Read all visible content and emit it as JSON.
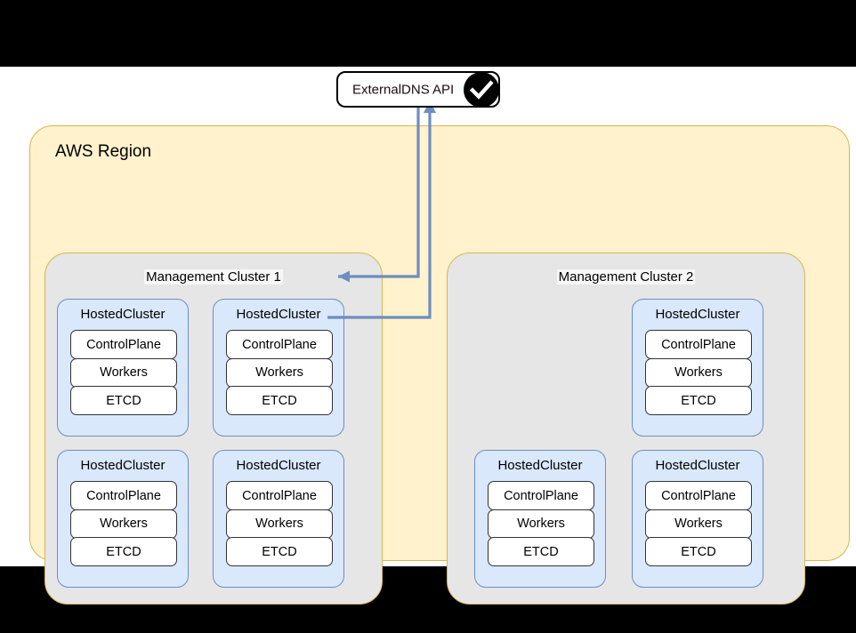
{
  "diagram": {
    "title": "HyperShift multi-cluster ExternalDNS topology",
    "colors": {
      "region_fill": "#fff2cc",
      "region_stroke": "#d6b656",
      "mgmt_fill": "#e6e6e6",
      "hosted_fill": "#dae8fc",
      "hosted_stroke": "#6c8ebf",
      "component_fill": "#ffffff",
      "component_stroke": "#333333",
      "arrow": "#6c8ebf",
      "badge": "#000000",
      "letterbox": "#000000"
    }
  },
  "external_service": {
    "label": "ExternalDNS API",
    "badge_icon": "check-circle-icon"
  },
  "region": {
    "label": "AWS Region"
  },
  "clusters": [
    {
      "label": "Management Cluster 1",
      "hosted_clusters": [
        {
          "title": "HostedCluster",
          "components": [
            "ControlPlane",
            "Workers",
            "ETCD"
          ]
        },
        {
          "title": "HostedCluster",
          "components": [
            "ControlPlane",
            "Workers",
            "ETCD"
          ]
        },
        {
          "title": "HostedCluster",
          "components": [
            "ControlPlane",
            "Workers",
            "ETCD"
          ]
        },
        {
          "title": "HostedCluster",
          "components": [
            "ControlPlane",
            "Workers",
            "ETCD"
          ]
        }
      ]
    },
    {
      "label": "Management Cluster 2",
      "hosted_clusters": [
        {
          "title": "HostedCluster",
          "components": [
            "ControlPlane",
            "Workers",
            "ETCD"
          ]
        },
        {
          "title": "HostedCluster",
          "components": [
            "ControlPlane",
            "Workers",
            "ETCD"
          ]
        },
        {
          "title": "HostedCluster",
          "components": [
            "ControlPlane",
            "Workers",
            "ETCD"
          ]
        }
      ]
    }
  ],
  "connectors": [
    {
      "name": "externaldns-to-controlplane",
      "from": "ExternalDNS API",
      "to": "ControlPlane",
      "direction": "inbound",
      "arrowhead": "left"
    },
    {
      "name": "workers-to-externaldns",
      "from": "Workers",
      "to": "ExternalDNS API",
      "direction": "outbound",
      "arrowhead": "up"
    }
  ]
}
